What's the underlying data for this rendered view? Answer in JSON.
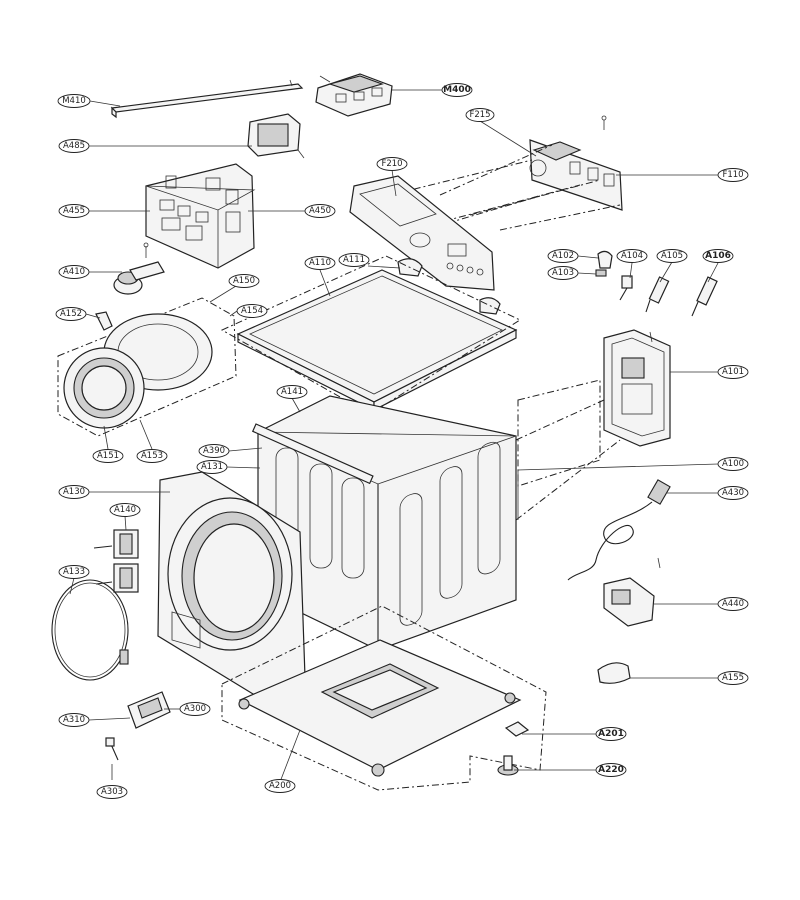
{
  "callouts": [
    {
      "id": "m410",
      "label": "M410"
    },
    {
      "id": "m400",
      "label": "M400"
    },
    {
      "id": "a485",
      "label": "A485"
    },
    {
      "id": "f215",
      "label": "F215"
    },
    {
      "id": "f110",
      "label": "F110"
    },
    {
      "id": "f210",
      "label": "F210"
    },
    {
      "id": "a455",
      "label": "A455"
    },
    {
      "id": "a450",
      "label": "A450"
    },
    {
      "id": "a410",
      "label": "A410"
    },
    {
      "id": "a150",
      "label": "A150"
    },
    {
      "id": "a110",
      "label": "A110"
    },
    {
      "id": "a111",
      "label": "A111"
    },
    {
      "id": "a102",
      "label": "A102"
    },
    {
      "id": "a104",
      "label": "A104"
    },
    {
      "id": "a105",
      "label": "A105"
    },
    {
      "id": "a106",
      "label": "A106"
    },
    {
      "id": "a103",
      "label": "A103"
    },
    {
      "id": "a152",
      "label": "A152"
    },
    {
      "id": "a154",
      "label": "A154"
    },
    {
      "id": "a101",
      "label": "A101"
    },
    {
      "id": "a141",
      "label": "A141"
    },
    {
      "id": "a151",
      "label": "A151"
    },
    {
      "id": "a153",
      "label": "A153"
    },
    {
      "id": "a390",
      "label": "A390"
    },
    {
      "id": "a131",
      "label": "A131"
    },
    {
      "id": "a100",
      "label": "A100"
    },
    {
      "id": "a130",
      "label": "A130"
    },
    {
      "id": "a430",
      "label": "A430"
    },
    {
      "id": "a140",
      "label": "A140"
    },
    {
      "id": "a133",
      "label": "A133"
    },
    {
      "id": "a440",
      "label": "A440"
    },
    {
      "id": "a155",
      "label": "A155"
    },
    {
      "id": "a310",
      "label": "A310"
    },
    {
      "id": "a300",
      "label": "A300"
    },
    {
      "id": "a201",
      "label": "A201"
    },
    {
      "id": "a220",
      "label": "A220"
    },
    {
      "id": "a303",
      "label": "A303"
    },
    {
      "id": "a200",
      "label": "A200"
    }
  ]
}
